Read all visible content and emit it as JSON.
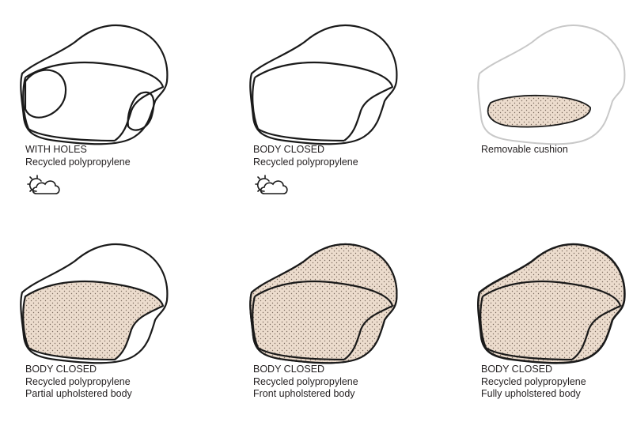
{
  "colors": {
    "line": "#1a1a1a",
    "fill": "#ecdccd",
    "dot": "#7a6a5e",
    "ghost": "#c8c8c8"
  },
  "variants": [
    {
      "lines": [
        "WITH HOLES",
        "Recycled polypropylene"
      ],
      "icon": "outdoor-weather-icon"
    },
    {
      "lines": [
        "BODY CLOSED",
        "Recycled polypropylene"
      ],
      "icon": "outdoor-weather-icon"
    },
    {
      "lines": [
        "Removable cushion"
      ]
    },
    {
      "lines": [
        "BODY CLOSED",
        "Recycled polypropylene",
        "Partial upholstered body"
      ]
    },
    {
      "lines": [
        "BODY CLOSED",
        "Recycled polypropylene",
        "Front upholstered body"
      ]
    },
    {
      "lines": [
        "BODY CLOSED",
        "Recycled polypropylene",
        "Fully upholstered body"
      ]
    }
  ]
}
